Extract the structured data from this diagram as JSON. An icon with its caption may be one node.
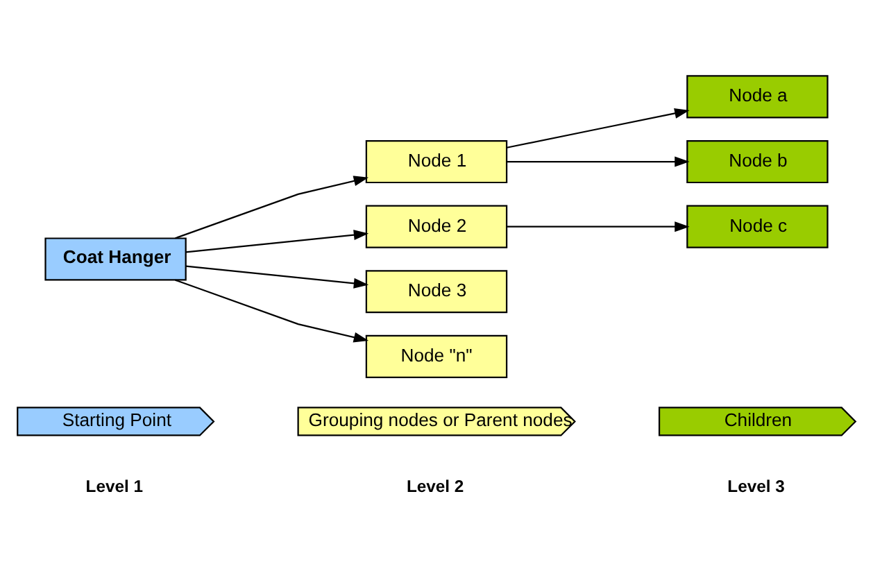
{
  "diagram": {
    "nodes": [
      {
        "text": [
          "Starting Point"
        ],
        "beside": [
          "Level 1"
        ]
      },
      {
        "text": [
          "Grouping nodes or Parent nodes"
        ],
        "beside": [
          "Level 2"
        ]
      },
      {
        "text": [
          "Children"
        ],
        "beside": [
          "Level 3"
        ]
      },
      {
        "text": [
          "Coat Hanger"
        ]
      },
      {
        "text": [
          "Node 1"
        ]
      },
      {
        "text": [
          "Node a"
        ]
      },
      {
        "text": [
          "Node b"
        ]
      },
      {
        "text": [
          "Node 2"
        ]
      },
      {
        "text": [
          "Node c"
        ]
      },
      {
        "text": [
          "Node 3"
        ]
      },
      {
        "text": [
          "Node \"n\""
        ]
      }
    ],
    "edges": [
      {
        "from": 3,
        "to": 4,
        "arrow": "to"
      },
      {
        "from": 4,
        "to": 5,
        "arrow": "to"
      },
      {
        "from": 4,
        "to": 6,
        "arrow": "to"
      },
      {
        "from": 3,
        "to": 7,
        "arrow": "to"
      },
      {
        "from": 7,
        "to": 8,
        "arrow": "to"
      },
      {
        "from": 3,
        "to": 9,
        "arrow": "to"
      },
      {
        "from": 3,
        "to": 10,
        "arrow": "to"
      }
    ]
  }
}
